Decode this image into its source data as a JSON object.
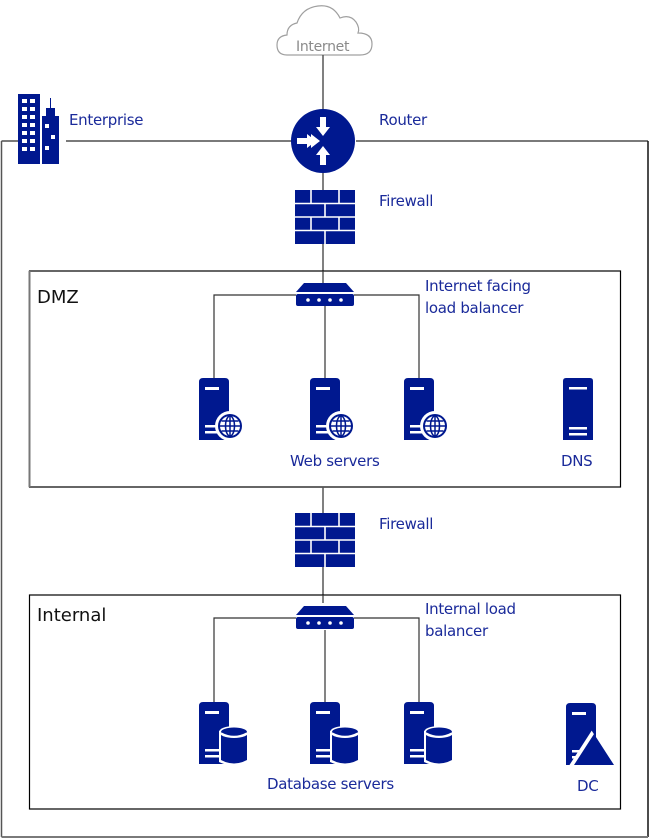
{
  "title": "Enterprise network topology",
  "colors": {
    "icon": "#00188f",
    "label": "#1a2a9a",
    "enterprise_border": "#7a7a7a",
    "zone_border": "#000000",
    "cloud": "#a0a0a0"
  },
  "nodes": {
    "internet": {
      "label": "Internet",
      "icon": "cloud-icon"
    },
    "enterprise": {
      "label": "Enterprise",
      "icon": "building-icon"
    },
    "router": {
      "label": "Router",
      "icon": "router-icon"
    },
    "firewall_outer": {
      "label": "Firewall",
      "icon": "firewall-icon"
    },
    "firewall_inner": {
      "label": "Firewall",
      "icon": "firewall-icon"
    }
  },
  "zones": [
    {
      "name": "DMZ",
      "load_balancer": {
        "label_line1": "Internet facing",
        "label_line2": "load balancer",
        "icon": "load-balancer-icon"
      },
      "server_group": {
        "label": "Web servers",
        "icon": "web-server-icon",
        "count": 3
      },
      "standalone": {
        "label": "DNS",
        "icon": "server-icon"
      }
    },
    {
      "name": "Internal",
      "load_balancer": {
        "label_line1": "Internal load",
        "label_line2": "balancer",
        "icon": "load-balancer-icon"
      },
      "server_group": {
        "label": "Database servers",
        "icon": "database-server-icon",
        "count": 3
      },
      "standalone": {
        "label": "DC",
        "icon": "domain-controller-icon"
      }
    }
  ]
}
